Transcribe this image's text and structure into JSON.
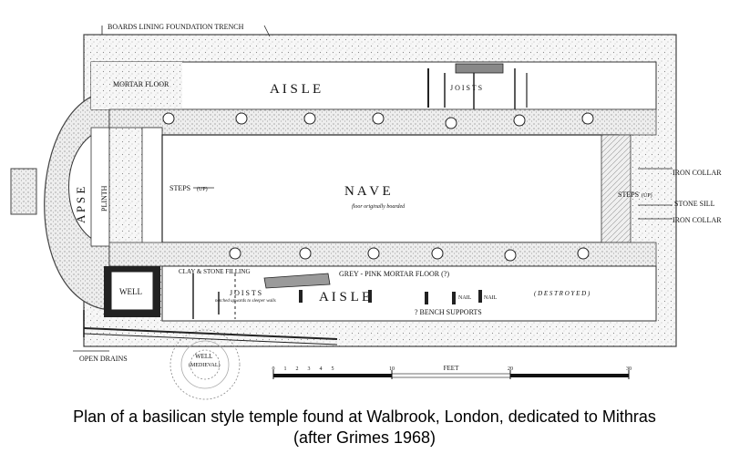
{
  "labels": {
    "boards_trench": "BOARDS LINING FOUNDATION TRENCH",
    "mortar_floor": "MORTAR FLOOR",
    "aisle_north": "A I S L E",
    "joists_north": "J O I S T S",
    "apse": "A P S E",
    "plinth": "PLINTH",
    "steps_west": "STEPS",
    "steps_west_note": "(UP)",
    "nave": "N A V E",
    "nave_note": "floor originally boarded",
    "steps_east": "STEPS",
    "steps_east_note": "(UP)",
    "iron_collar_top": "IRON COLLAR",
    "stone_sill": "STONE SILL",
    "iron_collar_bottom": "IRON COLLAR",
    "well": "WELL",
    "clay_stone_filling": "CLAY & STONE FILLING",
    "grey_pink_mortar_floor": "GREY - PINK MORTAR FLOOR (?)",
    "joists_south": "J O I S T S",
    "joists_note": "notched upwards to sleeper walls",
    "aisle_south": "A I S L E",
    "nail_1": "NAIL",
    "nail_2": "NAIL",
    "destroyed": "( D E S T R O Y E D )",
    "bench_supports": "? BENCH SUPPORTS",
    "open_drains": "OPEN DRAINS",
    "medieval_well": "WELL",
    "medieval_well_note": "(MEDIEVAL)"
  },
  "scale_bar": {
    "ticks": [
      "0",
      "1",
      "2",
      "3",
      "4",
      "5",
      "10",
      "20",
      "30"
    ],
    "unit": "FEET"
  },
  "caption": {
    "line1": "Plan of a basilican style temple found at Walbrook, London, dedicated to Mithras",
    "line2": "(after Grimes 1968)"
  }
}
